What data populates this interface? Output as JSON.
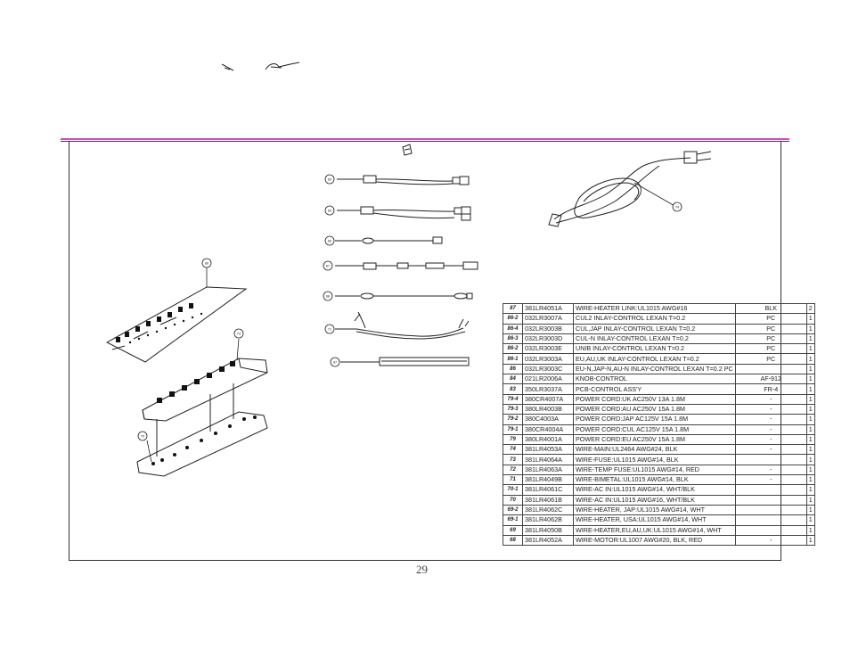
{
  "page": {
    "number": "29"
  },
  "callouts": [
    "86",
    "65",
    "69",
    "66",
    "67",
    "68",
    "71",
    "73",
    "74",
    "75",
    "87"
  ],
  "parts_table": {
    "rows": [
      {
        "loc": "87",
        "part_no": "381LR4051A",
        "desc": "WIRE-HEATER LINK:UL1015 AWG#16",
        "spec": "BLK",
        "qty": "2"
      },
      {
        "loc": "86-2",
        "part_no": "032LR3007A",
        "desc": "CUL2 INLAY-CONTROL LEXAN T=0.2",
        "spec": "PC",
        "qty": "1"
      },
      {
        "loc": "86-4",
        "part_no": "032LR3003B",
        "desc": "CUL,JAP INLAY-CONTROL LEXAN T=0.2",
        "spec": "PC",
        "qty": "1"
      },
      {
        "loc": "86-3",
        "part_no": "032LR3003D",
        "desc": "CUL-N INLAY-CONTROL LEXAN T=0.2",
        "spec": "PC",
        "qty": "1"
      },
      {
        "loc": "86-2",
        "part_no": "032LR3003E",
        "desc": "UNIB INLAY-CONTROL LEXAN T=0.2",
        "spec": "PC",
        "qty": "1"
      },
      {
        "loc": "86-1",
        "part_no": "032LR3003A",
        "desc": "EU,AU,UK INLAY-CONTROL LEXAN T=0.2",
        "spec": "PC",
        "qty": "1"
      },
      {
        "loc": "86",
        "part_no": "032LR3003C",
        "desc": "EU-N,JAP-N,AU-N INLAY-CONTROL LEXAN T=0.2 PC",
        "spec": "",
        "qty": "1"
      },
      {
        "loc": "84",
        "part_no": "021LR2006A",
        "desc": "KNOB-CONTROL",
        "spec": "AF-912",
        "qty": "1"
      },
      {
        "loc": "83",
        "part_no": "350LR3037A",
        "desc": "PCB-CONTROL ASS'Y",
        "spec": "FR-4",
        "qty": "1"
      },
      {
        "loc": "79-4",
        "part_no": "380CR4007A",
        "desc": "POWER CORD:UK AC250V 13A 1.8M",
        "spec": "-",
        "qty": "1"
      },
      {
        "loc": "79-3",
        "part_no": "380LR4003B",
        "desc": "POWER CORD:AU AC250V 15A 1.8M",
        "spec": "-",
        "qty": "1"
      },
      {
        "loc": "79-2",
        "part_no": "380C4003A",
        "desc": "POWER CORD:JAP AC125V 15A 1.8M",
        "spec": "-",
        "qty": "1"
      },
      {
        "loc": "79-1",
        "part_no": "380CR4004A",
        "desc": "POWER CORD:CUL AC125V 15A 1.8M",
        "spec": "-",
        "qty": "1"
      },
      {
        "loc": "79",
        "part_no": "380LR4001A",
        "desc": "POWER CORD:EU AC250V 15A 1.8M",
        "spec": "-",
        "qty": "1"
      },
      {
        "loc": "74",
        "part_no": "381LR4053A",
        "desc": "WIRE-MAIN:UL2464 AWG#24, BLK",
        "spec": "-",
        "qty": "1"
      },
      {
        "loc": "73",
        "part_no": "381LR4064A",
        "desc": "WIRE-FUSE:UL1015 AWG#14, BLK",
        "spec": "",
        "qty": "1"
      },
      {
        "loc": "72",
        "part_no": "381LR4063A",
        "desc": "WIRE-TEMP FUSE:UL1015 AWG#14, RED",
        "spec": "-",
        "qty": "1"
      },
      {
        "loc": "71",
        "part_no": "381LR4049B",
        "desc": "WIRE-BIMETAL:UL1015 AWG#14, BLK",
        "spec": "-",
        "qty": "1"
      },
      {
        "loc": "70-1",
        "part_no": "381LR4061C",
        "desc": "WIRE-AC IN:UL1015 AWG#14, WHT/BLK",
        "spec": "",
        "qty": "1"
      },
      {
        "loc": "70",
        "part_no": "381LR4061B",
        "desc": "WIRE-AC IN:UL1015 AWG#16, WHT/BLK",
        "spec": "",
        "qty": "1"
      },
      {
        "loc": "69-2",
        "part_no": "381LR4062C",
        "desc": "WIRE-HEATER, JAP:UL1015 AWG#14, WHT",
        "spec": "",
        "qty": "1"
      },
      {
        "loc": "69-1",
        "part_no": "381LR4062B",
        "desc": "WIRE-HEATER, USA:UL1015 AWG#14, WHT",
        "spec": "",
        "qty": "1"
      },
      {
        "loc": "69",
        "part_no": "381LR4050B",
        "desc": "WIRE-HEATER,EU,AU,UK:UL1015 AWG#14, WHT",
        "spec": "",
        "qty": "1"
      },
      {
        "loc": "68",
        "part_no": "381LR4052A",
        "desc": "WIRE-MOTOR:UL1007 AWG#20, BLK, RED",
        "spec": "-",
        "qty": "1"
      }
    ]
  }
}
